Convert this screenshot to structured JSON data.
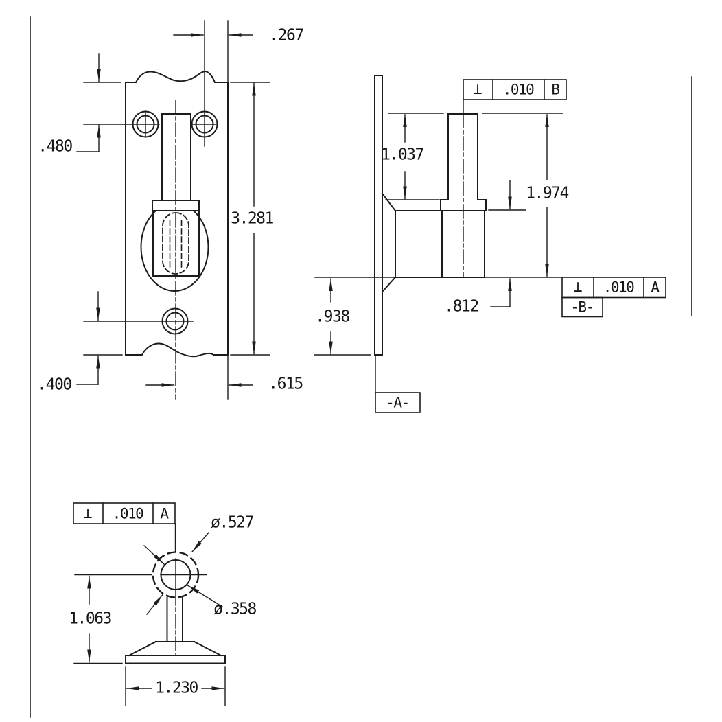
{
  "page": {
    "background": "#ffffff",
    "line_color": "#1c1c1c"
  },
  "front_view": {
    "dim_hole_to_edge": ".267",
    "dim_top_edge_to_holes": ".480",
    "dim_overall_height": "3.281",
    "dim_bottom_hole_to_edge": ".400",
    "dim_centerline_to_edge": ".615"
  },
  "side_view": {
    "dim_pin_top_to_collar": "1.037",
    "dim_pin_top_to_base": "1.974",
    "dim_base_to_broken_end": ".938",
    "dim_pad_height": ".812",
    "fcf_pin": {
      "symbol": "⊥",
      "tolerance": ".010",
      "datum": "B"
    },
    "fcf_base": {
      "symbol": "⊥",
      "tolerance": ".010",
      "datum": "A"
    },
    "datum_a_label": "-A-",
    "datum_b_label": "-B-"
  },
  "bottom_view": {
    "fcf": {
      "symbol": "⊥",
      "tolerance": ".010",
      "datum": "A"
    },
    "dia_outer": "ø.527",
    "dia_inner": "ø.358",
    "dim_center_to_base": "1.063",
    "dim_base_width": "1.230"
  }
}
